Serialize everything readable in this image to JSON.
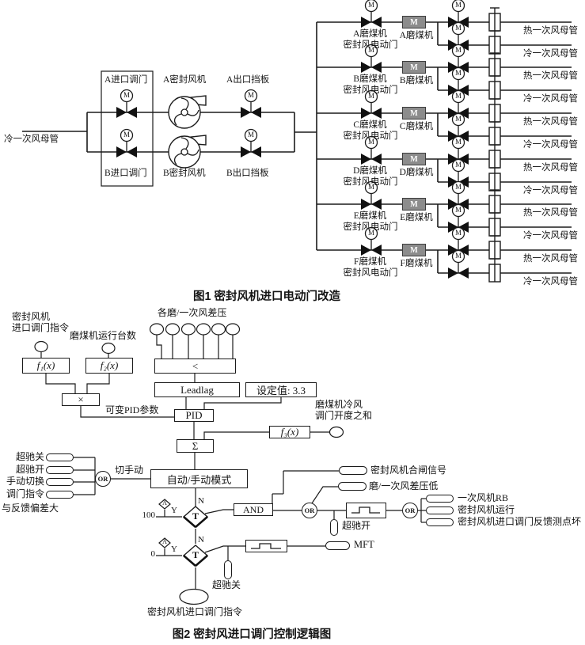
{
  "fig1": {
    "caption": "图1  密封风机进口电动门改造",
    "header_label": "冷一次风母管",
    "motor_letter": "M",
    "left": {
      "inlet_a": "A进口调门",
      "inlet_b": "B进口调门",
      "fan_a": "A密封风机",
      "fan_b": "B密封风机",
      "damper_a": "A出口挡板",
      "damper_b": "B出口挡板"
    },
    "branches": [
      {
        "valve_l1": "A磨煤机",
        "valve_l2": "密封风电动门",
        "mill": "A磨煤机",
        "hot": "热一次风母管",
        "cold": "冷一次风母管"
      },
      {
        "valve_l1": "B磨煤机",
        "valve_l2": "密封风电动门",
        "mill": "B磨煤机",
        "hot": "热一次风母管",
        "cold": "冷一次风母管"
      },
      {
        "valve_l1": "C磨煤机",
        "valve_l2": "密封风电动门",
        "mill": "C磨煤机",
        "hot": "热一次风母管",
        "cold": "冷一次风母管"
      },
      {
        "valve_l1": "D磨煤机",
        "valve_l2": "密封风电动门",
        "mill": "D磨煤机",
        "hot": "热一次风母管",
        "cold": "冷一次风母管"
      },
      {
        "valve_l1": "E磨煤机",
        "valve_l2": "密封风电动门",
        "mill": "E磨煤机",
        "hot": "热一次风母管",
        "cold": "冷一次风母管"
      },
      {
        "valve_l1": "F磨煤机",
        "valve_l2": "密封风电动门",
        "mill": "F磨煤机",
        "hot": "热一次风母管",
        "cold": "冷一次风母管"
      }
    ]
  },
  "fig2": {
    "caption": "图2  密封风进口调门控制逻辑图",
    "inputs": {
      "valve_cmd_l1": "密封风机",
      "valve_cmd_l2": "进口调门指令",
      "mill_count": "磨煤机运行台数",
      "mill_dp": "各磨/一次风差压",
      "cold_sum_l1": "磨煤机冷风",
      "cold_sum_l2": "调门开度之和"
    },
    "blocks": {
      "f1": "f₁(x)",
      "f2": "f₂(x)",
      "f3": "f₃(x)",
      "mul": "×",
      "min": "<",
      "leadlag": "Leadlag",
      "setpoint": "设定值: 3.3",
      "pid": "PID",
      "sum": "Σ",
      "mode": "自动/手动模式",
      "and": "AND",
      "or": "OR",
      "t": "T"
    },
    "labels": {
      "var_pid": "可变PID参数",
      "to_manual": "切手动",
      "y": "Y",
      "n": "N",
      "v100": "100",
      "v0": "0",
      "a": "A",
      "mft": "MFT"
    },
    "left_signals": {
      "s1": "超驰关",
      "s2": "超驰开",
      "s3": "手动切换",
      "s4_l1": "调门指令",
      "s4_l2": "与反馈偏差大"
    },
    "mid_signals": {
      "fan_closed": "密封风机合闸信号",
      "dp_low": "磨/一次风差压低",
      "override_open": "超驰开",
      "override_close": "超驰关"
    },
    "right_signals": {
      "r1": "一次风机RB",
      "r2": "密封风机运行",
      "r3": "密封风机进口调门反馈测点坏"
    },
    "output_label": "密封风机进口调门指令"
  }
}
